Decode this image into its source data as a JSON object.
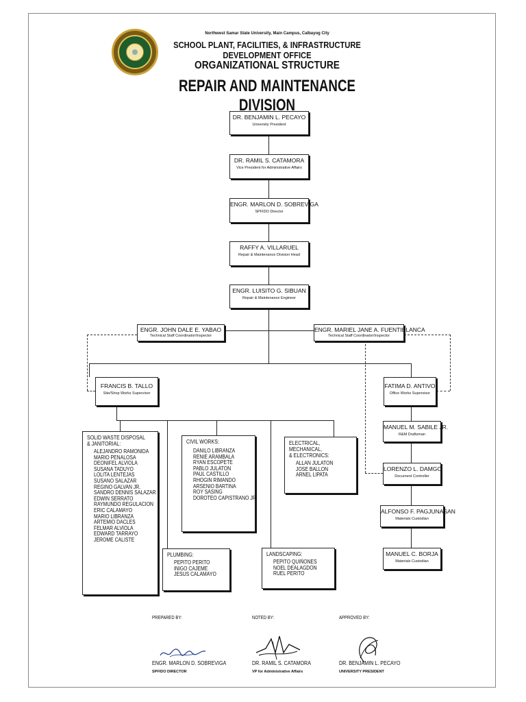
{
  "header": {
    "university": "Northwest Samar State University, Main Campus, Calbayog City",
    "office": "SCHOOL PLANT, FACILITIES, & INFRASTRUCTURE DEVELOPMENT OFFICE",
    "title": "ORGANIZATIONAL STRUCTURE",
    "division": "REPAIR AND MAINTENANCE DIVISION"
  },
  "chain": [
    {
      "name": "DR. BENJAMIN L. PECAYO",
      "title": "University President"
    },
    {
      "name": "DR. RAMIL S. CATAMORA",
      "title": "Vice President for Administrative Affairs"
    },
    {
      "name": "ENGR. MARLON D. SOBREVIGA",
      "title": "SPFIDO Director"
    },
    {
      "name": "RAFFY A. VILLARUEL",
      "title": "Repair & Maintenance Division Head"
    },
    {
      "name": "ENGR. LUISITO G. SIBUAN",
      "title": "Repair & Maintenance Engineer"
    }
  ],
  "coordinators": [
    {
      "name": "ENGR. JOHN DALE E. YABAO",
      "title": "Technical Staff Coordinator/Inspector"
    },
    {
      "name": "ENGR. MARIEL JANE A. FUENTIBLANCA",
      "title": "Technical Staff Coordinator/Inspector"
    }
  ],
  "supervisors": [
    {
      "name": "FRANCIS B. TALLO",
      "title": "Site/Shop Works Supervisor"
    },
    {
      "name": "FATIMA D. ANTIVO",
      "title": "Office Works Supervisor"
    }
  ],
  "office_staff": [
    {
      "name": "MANUEL M. SABILE JR.",
      "title": "R&M Draftsman"
    },
    {
      "name": "LORENZO L. DAMGO",
      "title": "Document Controller"
    },
    {
      "name": "ALFONSO F. PAGJUNASAN",
      "title": "Materials Custodian"
    },
    {
      "name": "MANUEL C. BORJA",
      "title": "Materials Custodian"
    }
  ],
  "groups": [
    {
      "title": "SOLID WASTE DISPOSAL\n& JANITORIAL:",
      "members": [
        "ALEJANDRO RAMONIDA",
        "MARIO PENALOSA",
        "DEONIFEL ALVIOLA",
        "SUSANA TADUYO",
        "LOLITA LENTEJAS",
        "SUSANO SALAZAR",
        "REGINO GALVAN JR.",
        "SANDRO DENNIS SALAZAR",
        "EDWIN SERRATO",
        "RAYMUNDO REGULACION",
        "ERIC CALAMAYO",
        "MARIO LIBRANZA",
        "ARTEMIO DACLES",
        "FELMAR ALVIOLA",
        "EDWARD TARRAYO",
        "JEROME CALISTE"
      ]
    },
    {
      "title": "CIVIL WORKS:",
      "members": [
        "DANILO LIBRANZA",
        "RENIE ARAMBALA",
        "RYAN ESCOPETE",
        "PABLO JULATON",
        "PAUL CASTILLO",
        "RHOGIN RIMANDO",
        "ARSENIO BARTINA",
        "ROY SASING",
        "DOROTEO CAPISTRANO JR."
      ]
    },
    {
      "title": "ELECTRICAL, MECHANICAL,\n& ELECTRONICS:",
      "members": [
        "ALLAN JULATON",
        "JOSE BALLON",
        "ARNEL LIPATA"
      ]
    },
    {
      "title": "PLUMBING:",
      "members": [
        "PEPITO PERITO",
        "INIGO CAJEME",
        "JESUS CALAMAYO"
      ]
    },
    {
      "title": "LANDSCAPING:",
      "members": [
        "PEPITO QUIÑONES",
        "NOEL DEALAGDON",
        "RUEL PERITO"
      ]
    }
  ],
  "signatories": [
    {
      "caption": "PREPARED BY:",
      "name": "ENGR. MARLON D. SOBREVIGA",
      "role": "SPFIDO DIRECTOR"
    },
    {
      "caption": "NOTED BY:",
      "name": "DR. RAMIL S. CATAMORA",
      "role": "VP for Administrative Affairs"
    },
    {
      "caption": "APPROVED BY:",
      "name": "DR. BENJAMIN L. PECAYO",
      "role": "UNIVERSITY PRESIDENT"
    }
  ]
}
